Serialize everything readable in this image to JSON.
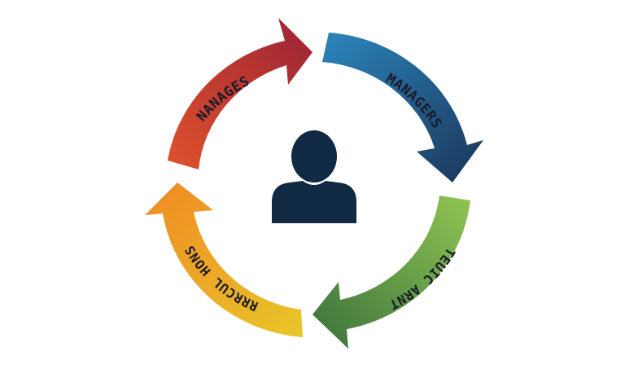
{
  "diagram": {
    "segments": [
      {
        "id": "top-left",
        "label": "NANAGES",
        "gradient": [
          "#e0512c",
          "#9b2335"
        ]
      },
      {
        "id": "top-right",
        "label": "MANAGERS",
        "gradient": [
          "#2b7bb0",
          "#1d3f63"
        ]
      },
      {
        "id": "bottom-right",
        "label": "TEUIC ARNT",
        "gradient": [
          "#8bc14f",
          "#3f7a3f"
        ]
      },
      {
        "id": "bottom-left",
        "label": "RRRCUL HONS",
        "gradient": [
          "#f2a52c",
          "#e8c32a"
        ]
      }
    ],
    "center": {
      "icon": "person-icon",
      "color": "#102a43"
    }
  }
}
